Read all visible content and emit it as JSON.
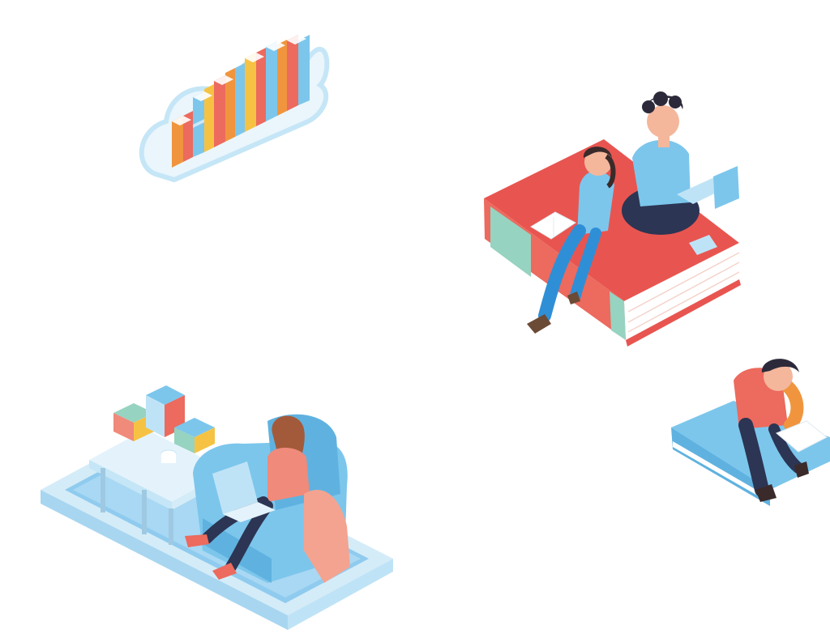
{
  "scene": {
    "background_color": "#ffffff",
    "palette": {
      "sky_blue": "#7cc6ec",
      "light_blue": "#bfe3f6",
      "pale_blue": "#e4f3fb",
      "coral": "#ec6a5e",
      "red": "#e85550",
      "salmon": "#f08a7a",
      "peach": "#f4b79c",
      "orange": "#f0953e",
      "yellow": "#f6c244",
      "mint": "#96d3c0",
      "navy": "#2c3553",
      "dark_brown": "#3a2a2a",
      "hair_brown": "#a35a3a",
      "white": "#ffffff"
    },
    "groups": [
      {
        "name": "cloud-library",
        "icon": "cloud-books-icon"
      },
      {
        "name": "students-on-book",
        "icon": "two-students-reading-icon"
      },
      {
        "name": "reader-on-blue-book",
        "icon": "student-reading-icon"
      },
      {
        "name": "armchair-on-phone",
        "icon": "woman-laptop-armchair-icon"
      }
    ]
  }
}
